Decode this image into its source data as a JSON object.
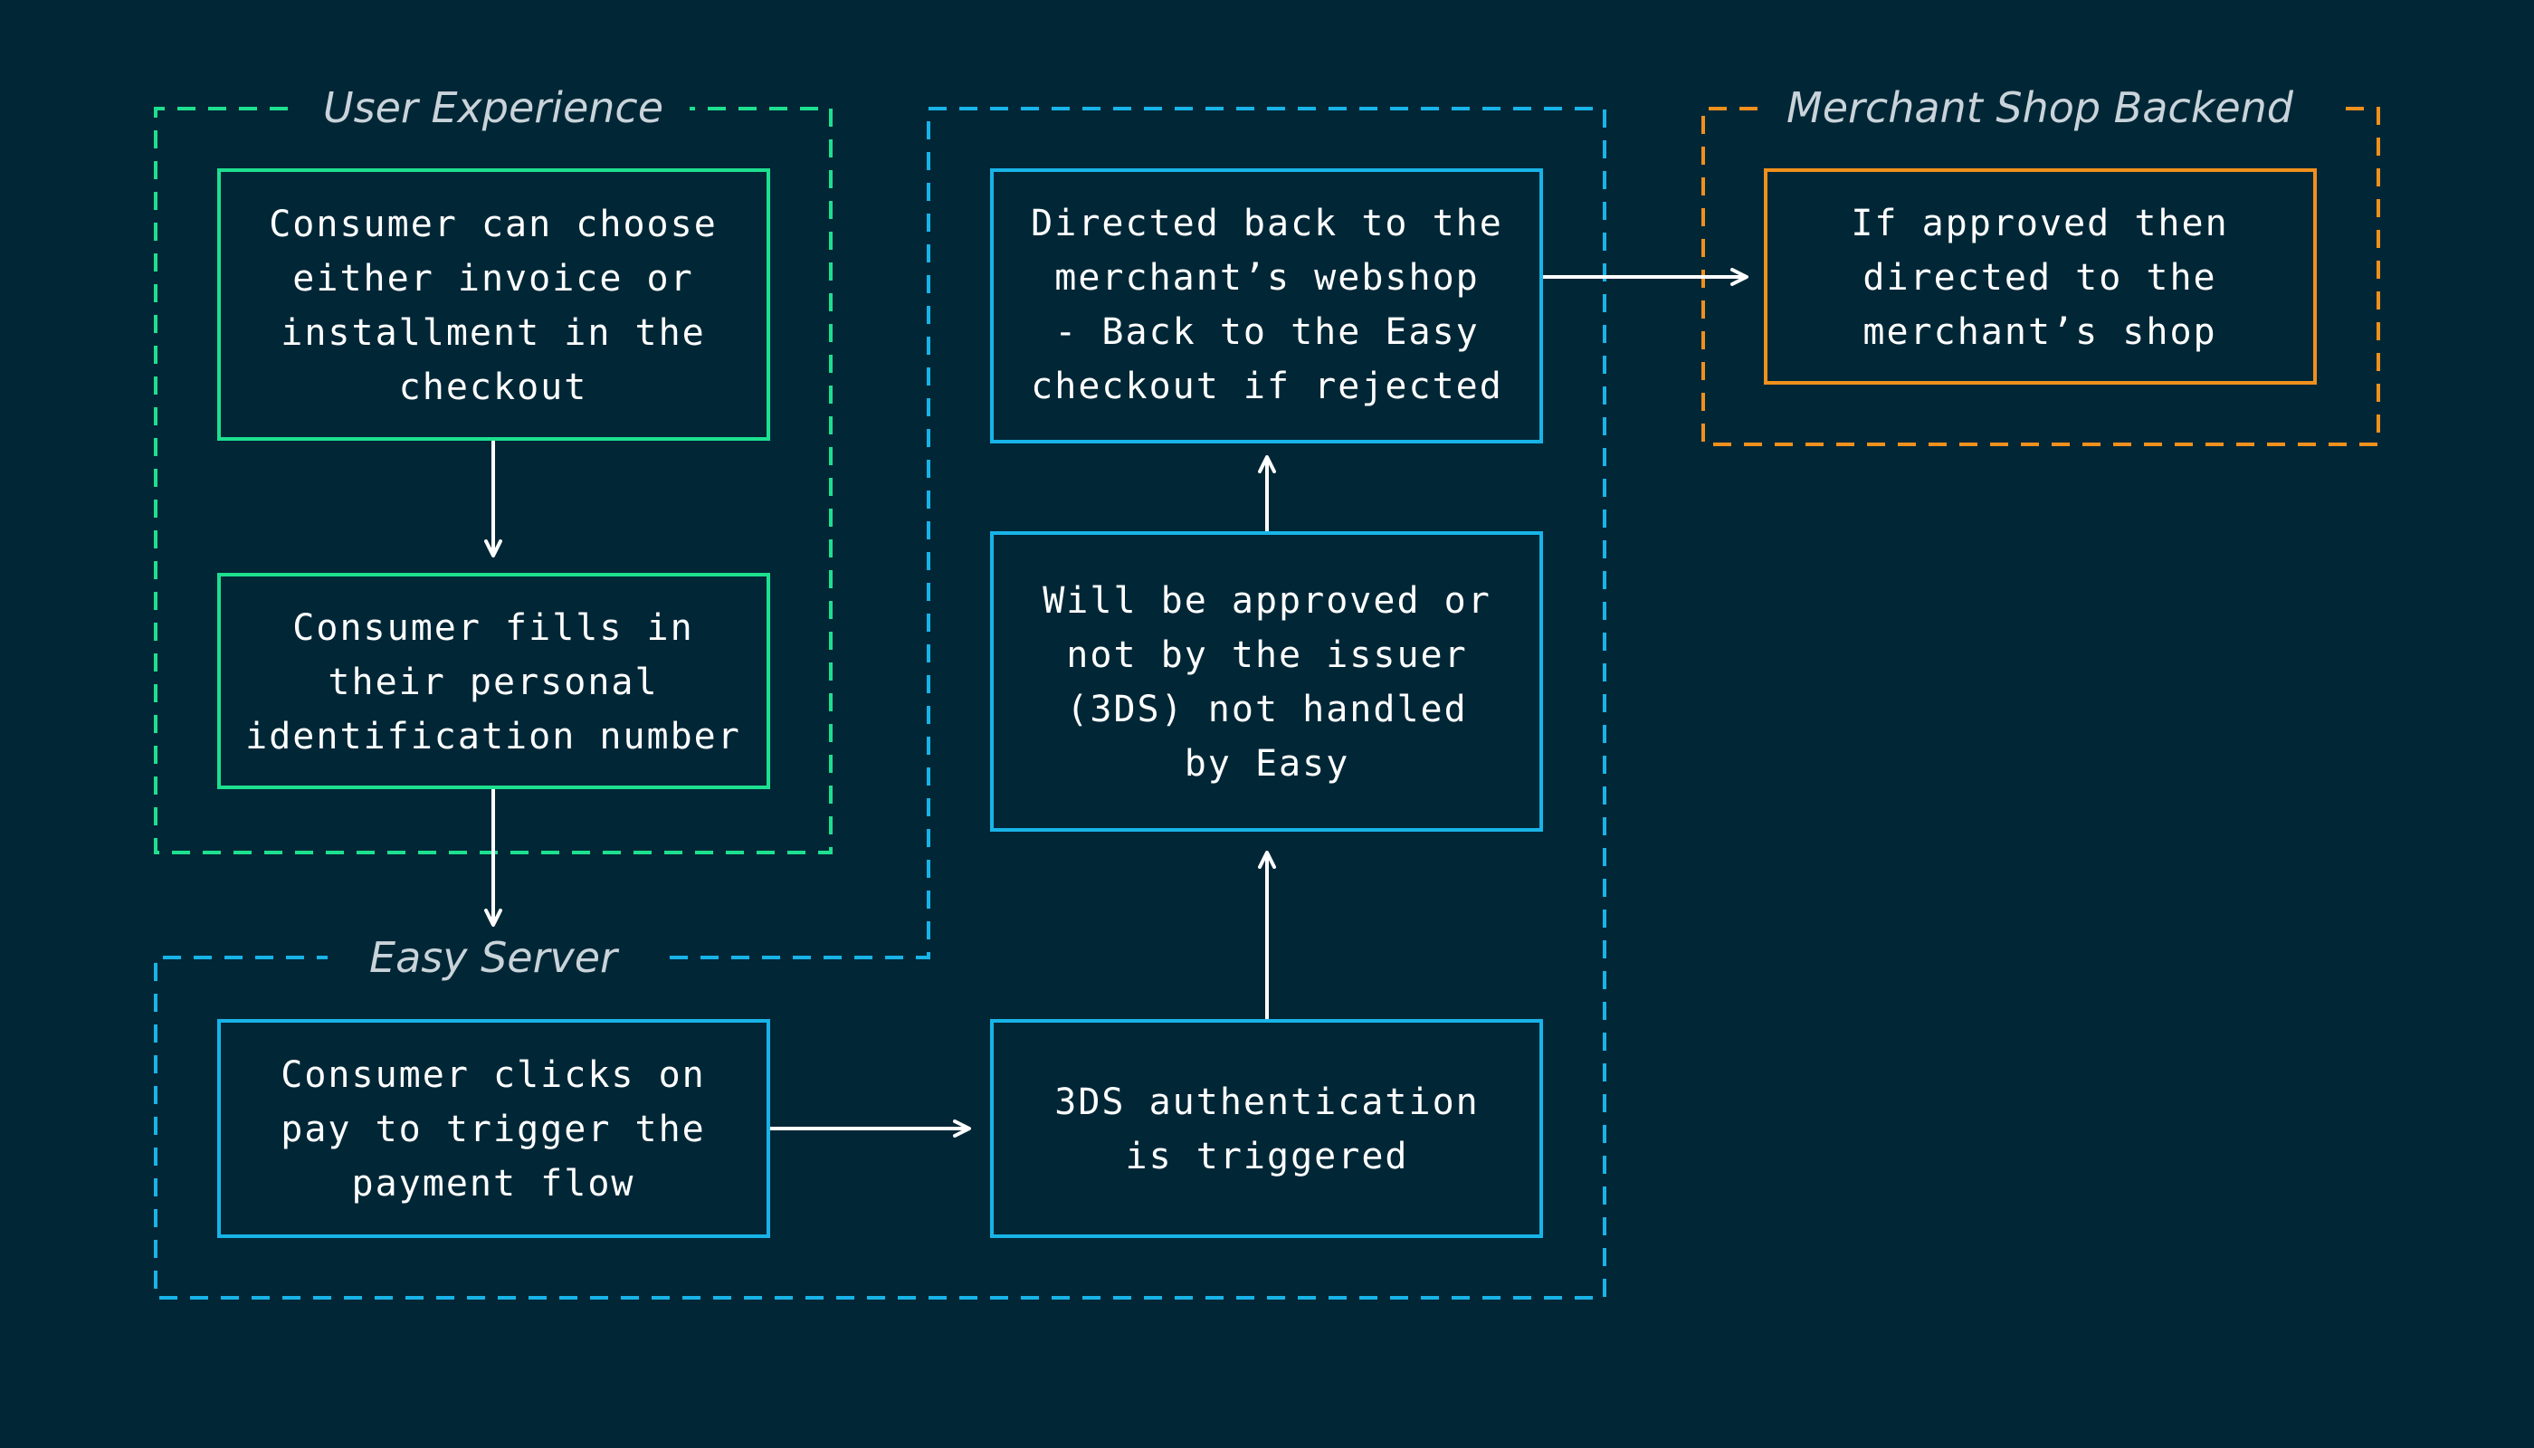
{
  "colors": {
    "background": "#012737",
    "user_experience": "#1de08f",
    "easy_server": "#18b4e8",
    "merchant": "#f1901c",
    "arrow": "#ffffff",
    "group_label": "#c9d3d9"
  },
  "groups": {
    "user_experience": {
      "label": "User Experience"
    },
    "easy_server": {
      "label": "Easy Server"
    },
    "merchant_backend": {
      "label": "Merchant Shop Backend"
    }
  },
  "nodes": {
    "choose_payment": {
      "lines": [
        "Consumer can choose",
        "either invoice or",
        "installment in the",
        "checkout"
      ]
    },
    "fill_pin": {
      "lines": [
        "Consumer fills in",
        "their personal",
        "identification number"
      ]
    },
    "click_pay": {
      "lines": [
        "Consumer clicks on",
        "pay to trigger the",
        "payment flow"
      ]
    },
    "auth_3ds": {
      "lines": [
        "3DS authentication",
        "is triggered"
      ]
    },
    "issuer_approval": {
      "lines": [
        "Will be approved or",
        "not by the issuer",
        "(3DS) not handled",
        "by Easy"
      ]
    },
    "redirect_back": {
      "lines": [
        "Directed back to the",
        "merchant’s webshop",
        "- Back to the Easy",
        "checkout if rejected"
      ]
    },
    "merchant_shop": {
      "lines": [
        "If approved then",
        "directed to the",
        "merchant’s shop"
      ]
    }
  }
}
